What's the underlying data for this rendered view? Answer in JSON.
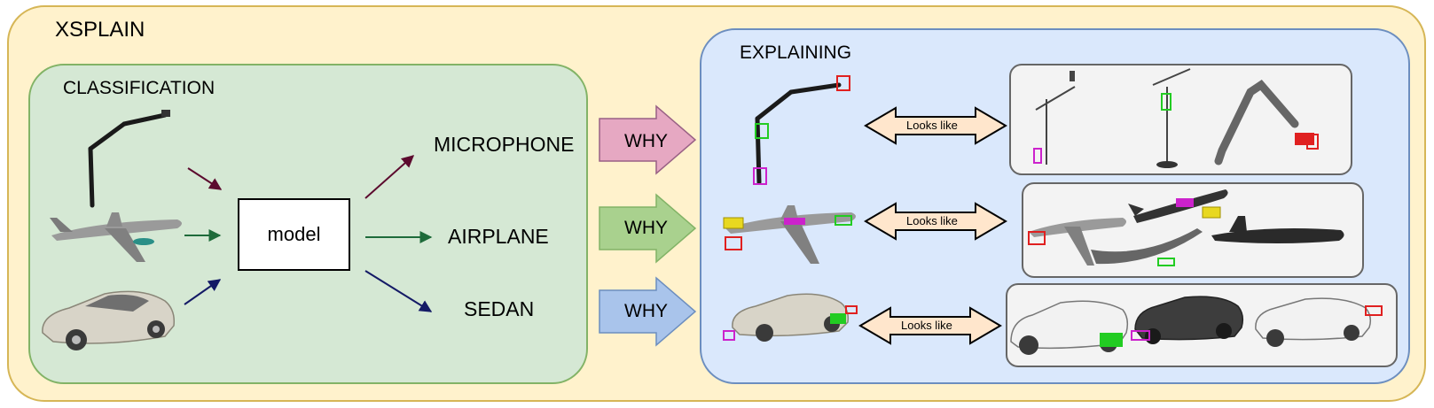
{
  "titles": {
    "outer": "XSPLAIN",
    "classification": "CLASSIFICATION",
    "explaining": "EXPLAINING"
  },
  "model_label": "model",
  "classes": {
    "microphone": "MICROPHONE",
    "airplane": "AIRPLANE",
    "sedan": "SEDAN"
  },
  "why_label": "WHY",
  "looks_like_label": "Looks like",
  "colors": {
    "outer_fill": "#fff2cc",
    "classification_fill": "#d5e8d4",
    "explaining_fill": "#dae8fc",
    "why_microphone": "#e6a8c2",
    "why_airplane": "#a9d18e",
    "why_sedan": "#a9c4eb",
    "looks_like_fill": "#ffe6cc",
    "arrow_microphone": "#5c0a2e",
    "arrow_airplane": "#1e6b3a",
    "arrow_sedan": "#141a66",
    "highlight_red": "#e02020",
    "highlight_green": "#22cc22",
    "highlight_magenta": "#cc22cc",
    "highlight_yellow": "#e8d820"
  },
  "icons": [
    "microphone-stand-image",
    "airplane-image",
    "sedan-car-image"
  ]
}
